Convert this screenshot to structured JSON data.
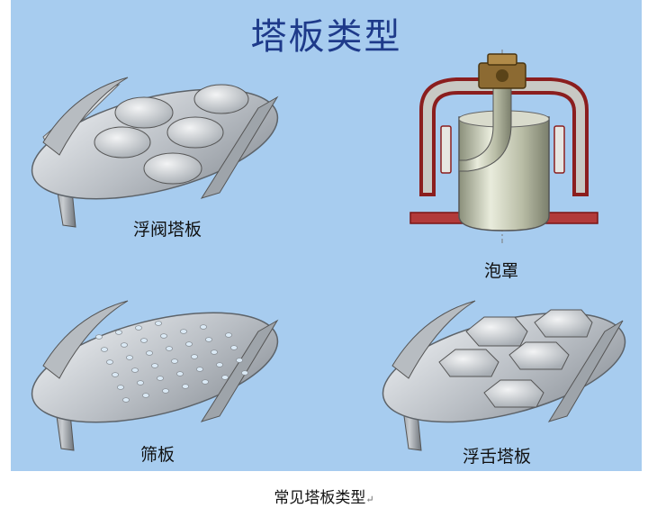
{
  "title": "塔板类型",
  "labels": {
    "float_valve": "浮阀塔板",
    "bubble_cap": "泡罩",
    "sieve": "筛板",
    "float_tongue": "浮舌塔板"
  },
  "caption": "常见塔板类型",
  "caption_mark": "↵",
  "colors": {
    "background": "#a7ccef",
    "title": "#1e3a8a",
    "cap_outline": "#8b1e1e",
    "plate": "#9aa0a6"
  }
}
